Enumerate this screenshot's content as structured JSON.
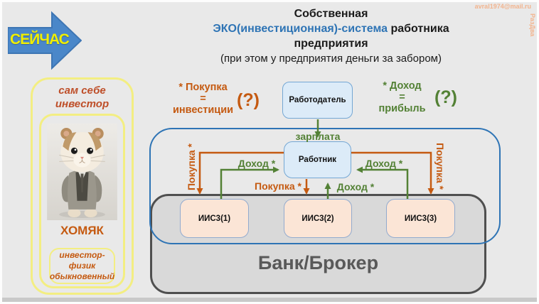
{
  "now_label": "СЕЙЧАС",
  "title": {
    "line1": "Собственная",
    "line2_accent": "ЭКО(инвестиционная)-система",
    "line2_rest": " работника",
    "line3": "предприятия",
    "subtitle": "(при этом у предприятия деньги за забором)"
  },
  "watermarks": {
    "email": "avral1974@mail.ru",
    "vertical": "РазДва"
  },
  "left_panel": {
    "top_label": "сам себе инвестор",
    "name": "ХОМЯК",
    "bottom_label": "инвестор-физик обыкновенный",
    "image_icon": "hamster-in-business-suit-photo"
  },
  "annotations": {
    "purchase": {
      "l1": "* Покупка",
      "l2": "=",
      "l3": "инвестиции",
      "q": "(?)"
    },
    "income": {
      "l1": "* Доход",
      "l2": "=",
      "l3": "прибыль",
      "q": "(?)"
    }
  },
  "nodes": {
    "employer": "Работодатель",
    "worker": "Работник",
    "iis1": "ИИС3(1)",
    "iis2": "ИИС3(2)",
    "iis3": "ИИС3(3)",
    "bank": "Банк/Брокер"
  },
  "edge_labels": {
    "salary": "зарплата",
    "purchase_left": "Покупка *",
    "income_left": "Доход *",
    "purchase_mid": "Покупка *",
    "income_mid": "Доход *",
    "income_right": "Доход *",
    "purchase_right": "Покупка *"
  },
  "colors": {
    "orange": "#C55A11",
    "green": "#538135",
    "blue": "#2E74B5",
    "arrow-blue": "#4A87C9",
    "now-yellow": "#F0EE00",
    "yellow-border": "#F3EE82",
    "node-blue-fill": "#DCEBF8",
    "node-blue-border": "#74A7D4",
    "peach-fill": "#FBE5D6",
    "peach-border": "#92ABCF",
    "gray-fill": "#D9D9D9",
    "gray-border": "#4F4F4F",
    "bank-text": "#595959",
    "red-orange": "#BE4E28",
    "watermark": "#F2B48E",
    "slide-bg": "#E9E9E9"
  }
}
